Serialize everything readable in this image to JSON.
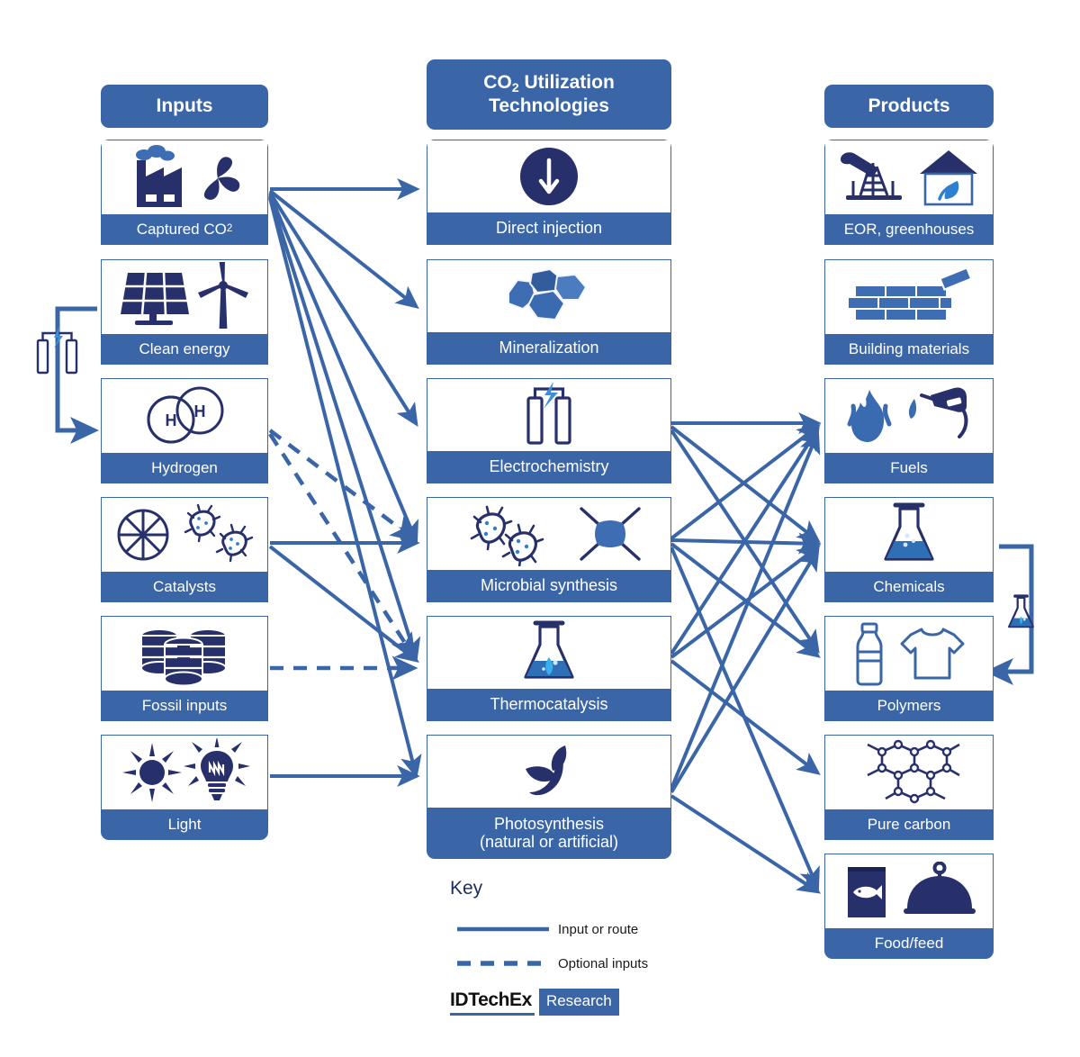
{
  "meta": {
    "title": "CO2 Utilization Technologies flow diagram",
    "colors": {
      "header_blue": "#3a66a8",
      "arrow_blue": "#3a66a8",
      "dark_navy": "#27306b",
      "mid_blue": "#3f6db3",
      "accent_cyan": "#2196d8",
      "white": "#ffffff"
    }
  },
  "columns": {
    "inputs": {
      "header": "Inputs",
      "items": [
        {
          "label": "Captured CO",
          "sub": "2",
          "icon": "factory-fan-icon",
          "name": "captured-co2"
        },
        {
          "label": "Clean energy",
          "icon": "solar-wind-icon",
          "name": "clean-energy"
        },
        {
          "label": "Hydrogen",
          "icon": "hydrogen-molecule-icon",
          "name": "hydrogen"
        },
        {
          "label": "Catalysts",
          "icon": "catalyst-microbe-icon",
          "name": "catalysts"
        },
        {
          "label": "Fossil inputs",
          "icon": "oil-barrels-icon",
          "name": "fossil-inputs"
        },
        {
          "label": "Light",
          "icon": "sun-bulb-icon",
          "name": "light"
        }
      ]
    },
    "technologies": {
      "header_line1": "CO",
      "header_sub": "2",
      "header_line1_rest": " Utilization",
      "header_line2": "Technologies",
      "items": [
        {
          "label": "Direct injection",
          "icon": "down-arrow-circle-icon",
          "name": "direct-injection"
        },
        {
          "label": "Mineralization",
          "icon": "mineral-rocks-icon",
          "name": "mineralization"
        },
        {
          "label": "Electrochemistry",
          "icon": "electrolysis-cell-icon",
          "name": "electrochemistry"
        },
        {
          "label": "Microbial synthesis",
          "icon": "microbes-protein-icon",
          "name": "microbial-synthesis"
        },
        {
          "label": "Thermocatalysis",
          "icon": "heated-flask-icon",
          "name": "thermocatalysis"
        },
        {
          "label": "Photosynthesis",
          "label2": "(natural or artificial)",
          "icon": "leaf-sprout-icon",
          "name": "photosynthesis"
        }
      ]
    },
    "products": {
      "header": "Products",
      "items": [
        {
          "label": "EOR, greenhouses",
          "icon": "pumpjack-greenhouse-icon",
          "name": "eor-greenhouses"
        },
        {
          "label": "Building materials",
          "icon": "brick-wall-icon",
          "name": "building-materials"
        },
        {
          "label": "Fuels",
          "icon": "flame-fuel-nozzle-icon",
          "name": "fuels"
        },
        {
          "label": "Chemicals",
          "icon": "flask-icon",
          "name": "chemicals"
        },
        {
          "label": "Polymers",
          "icon": "bottle-tshirt-icon",
          "name": "polymers"
        },
        {
          "label": "Pure carbon",
          "icon": "graphene-lattice-icon",
          "name": "pure-carbon"
        },
        {
          "label": "Food/feed",
          "icon": "fish-bag-cloche-icon",
          "name": "food-feed"
        }
      ]
    }
  },
  "key": {
    "title": "Key",
    "entries": [
      {
        "label": "Input or route",
        "style": "solid",
        "name": "key-solid"
      },
      {
        "label": "Optional inputs",
        "style": "dashed",
        "name": "key-dashed"
      }
    ]
  },
  "logo": {
    "mark": "IDTechEx",
    "badge": "Research"
  },
  "side_loops": {
    "clean_energy_to_hydrogen_icon": "electrolysis-cell-icon",
    "chemicals_to_polymers_icon": "flask-icon"
  },
  "chart_data": {
    "type": "diagram",
    "title": "CO2 Utilization Technologies",
    "nodes": {
      "inputs": [
        "Captured CO2",
        "Clean energy",
        "Hydrogen",
        "Catalysts",
        "Fossil inputs",
        "Light"
      ],
      "technologies": [
        "Direct injection",
        "Mineralization",
        "Electrochemistry",
        "Microbial synthesis",
        "Thermocatalysis",
        "Photosynthesis (natural or artificial)"
      ],
      "products": [
        "EOR, greenhouses",
        "Building materials",
        "Fuels",
        "Chemicals",
        "Polymers",
        "Pure carbon",
        "Food/feed"
      ]
    },
    "edges": [
      {
        "from": "Captured CO2",
        "to": "Direct injection",
        "style": "solid"
      },
      {
        "from": "Captured CO2",
        "to": "Mineralization",
        "style": "solid"
      },
      {
        "from": "Captured CO2",
        "to": "Electrochemistry",
        "style": "solid"
      },
      {
        "from": "Captured CO2",
        "to": "Microbial synthesis",
        "style": "solid"
      },
      {
        "from": "Captured CO2",
        "to": "Thermocatalysis",
        "style": "solid"
      },
      {
        "from": "Captured CO2",
        "to": "Photosynthesis",
        "style": "solid"
      },
      {
        "from": "Clean energy",
        "to": "Hydrogen",
        "style": "solid",
        "via": "electrolysis"
      },
      {
        "from": "Hydrogen",
        "to": "Thermocatalysis",
        "style": "dashed"
      },
      {
        "from": "Hydrogen",
        "to": "Microbial synthesis",
        "style": "dashed"
      },
      {
        "from": "Catalysts",
        "to": "Electrochemistry",
        "style": "solid"
      },
      {
        "from": "Catalysts",
        "to": "Thermocatalysis",
        "style": "solid"
      },
      {
        "from": "Fossil inputs",
        "to": "Thermocatalysis",
        "style": "dashed"
      },
      {
        "from": "Light",
        "to": "Photosynthesis",
        "style": "solid"
      },
      {
        "from": "Direct injection",
        "to": "EOR, greenhouses",
        "style": "solid"
      },
      {
        "from": "Mineralization",
        "to": "Building materials",
        "style": "solid"
      },
      {
        "from": "Electrochemistry",
        "to": "Fuels",
        "style": "solid"
      },
      {
        "from": "Electrochemistry",
        "to": "Chemicals",
        "style": "solid"
      },
      {
        "from": "Electrochemistry",
        "to": "Polymers",
        "style": "solid"
      },
      {
        "from": "Microbial synthesis",
        "to": "Fuels",
        "style": "solid"
      },
      {
        "from": "Microbial synthesis",
        "to": "Chemicals",
        "style": "solid"
      },
      {
        "from": "Microbial synthesis",
        "to": "Polymers",
        "style": "solid"
      },
      {
        "from": "Microbial synthesis",
        "to": "Food/feed",
        "style": "solid"
      },
      {
        "from": "Thermocatalysis",
        "to": "Fuels",
        "style": "solid"
      },
      {
        "from": "Thermocatalysis",
        "to": "Chemicals",
        "style": "solid"
      },
      {
        "from": "Thermocatalysis",
        "to": "Pure carbon",
        "style": "solid"
      },
      {
        "from": "Photosynthesis",
        "to": "Fuels",
        "style": "solid"
      },
      {
        "from": "Photosynthesis",
        "to": "Chemicals",
        "style": "solid"
      },
      {
        "from": "Photosynthesis",
        "to": "Food/feed",
        "style": "solid"
      },
      {
        "from": "Chemicals",
        "to": "Polymers",
        "style": "solid",
        "via": "flask"
      }
    ],
    "legend": [
      "Input or route",
      "Optional inputs"
    ],
    "legend_position": "bottom-center"
  }
}
